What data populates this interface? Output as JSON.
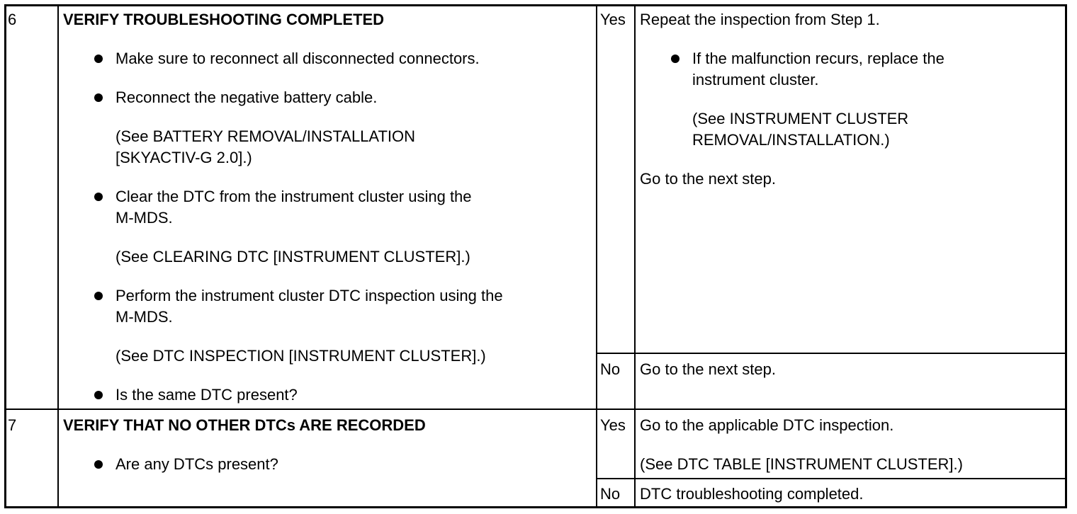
{
  "rows": [
    {
      "step": "6",
      "title": "VERIFY TROUBLESHOOTING COMPLETED",
      "actions": {
        "b1": "Make sure to reconnect all disconnected connectors.",
        "b2": "Reconnect the negative battery cable.",
        "b2_ref_l1": "(See BATTERY REMOVAL/INSTALLATION",
        "b2_ref_l2": "[SKYACTIV-G 2.0].)",
        "b3_l1": "Clear the DTC from the instrument cluster using the",
        "b3_l2": "M-MDS.",
        "b3_ref": "(See CLEARING DTC [INSTRUMENT CLUSTER].)",
        "b4_l1": "Perform the instrument cluster DTC inspection using the",
        "b4_l2": "M-MDS.",
        "b4_ref": "(See DTC INSPECTION [INSTRUMENT CLUSTER].)",
        "b5": "Is the same DTC present?"
      },
      "yes_label": "Yes",
      "yes": {
        "l1": "Repeat the inspection from Step 1.",
        "b1_l1": "If the malfunction recurs, replace the",
        "b1_l2": "instrument cluster.",
        "ref_l1": "(See INSTRUMENT CLUSTER",
        "ref_l2": "REMOVAL/INSTALLATION.)",
        "next": "Go to the next step."
      },
      "no_label": "No",
      "no": "Go to the next step."
    },
    {
      "step": "7",
      "title": "VERIFY THAT NO OTHER DTCs ARE RECORDED",
      "actions": {
        "b1": "Are any DTCs present?"
      },
      "yes_label": "Yes",
      "yes": {
        "l1": "Go to the applicable DTC inspection.",
        "ref": "(See DTC TABLE [INSTRUMENT CLUSTER].)"
      },
      "no_label": "No",
      "no": "DTC troubleshooting completed."
    }
  ]
}
